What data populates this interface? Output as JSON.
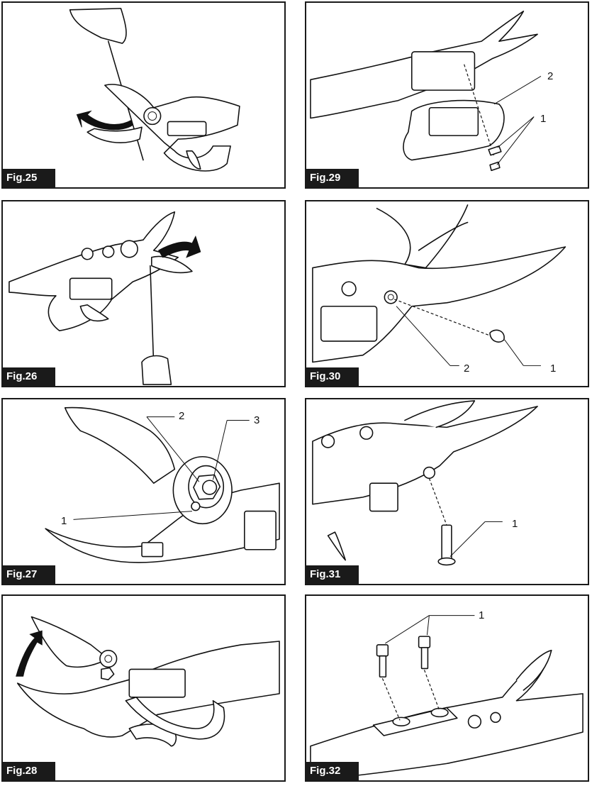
{
  "figures": [
    {
      "id": "fig25",
      "label": "Fig.25",
      "callouts": []
    },
    {
      "id": "fig29",
      "label": "Fig.29",
      "callouts": [
        "2",
        "1"
      ]
    },
    {
      "id": "fig26",
      "label": "Fig.26",
      "callouts": []
    },
    {
      "id": "fig30",
      "label": "Fig.30",
      "callouts": [
        "2",
        "1"
      ]
    },
    {
      "id": "fig27",
      "label": "Fig.27",
      "callouts": [
        "2",
        "3",
        "1"
      ]
    },
    {
      "id": "fig31",
      "label": "Fig.31",
      "callouts": [
        "1"
      ]
    },
    {
      "id": "fig28",
      "label": "Fig.28",
      "callouts": []
    },
    {
      "id": "fig32",
      "label": "Fig.32",
      "callouts": [
        "1"
      ]
    }
  ]
}
